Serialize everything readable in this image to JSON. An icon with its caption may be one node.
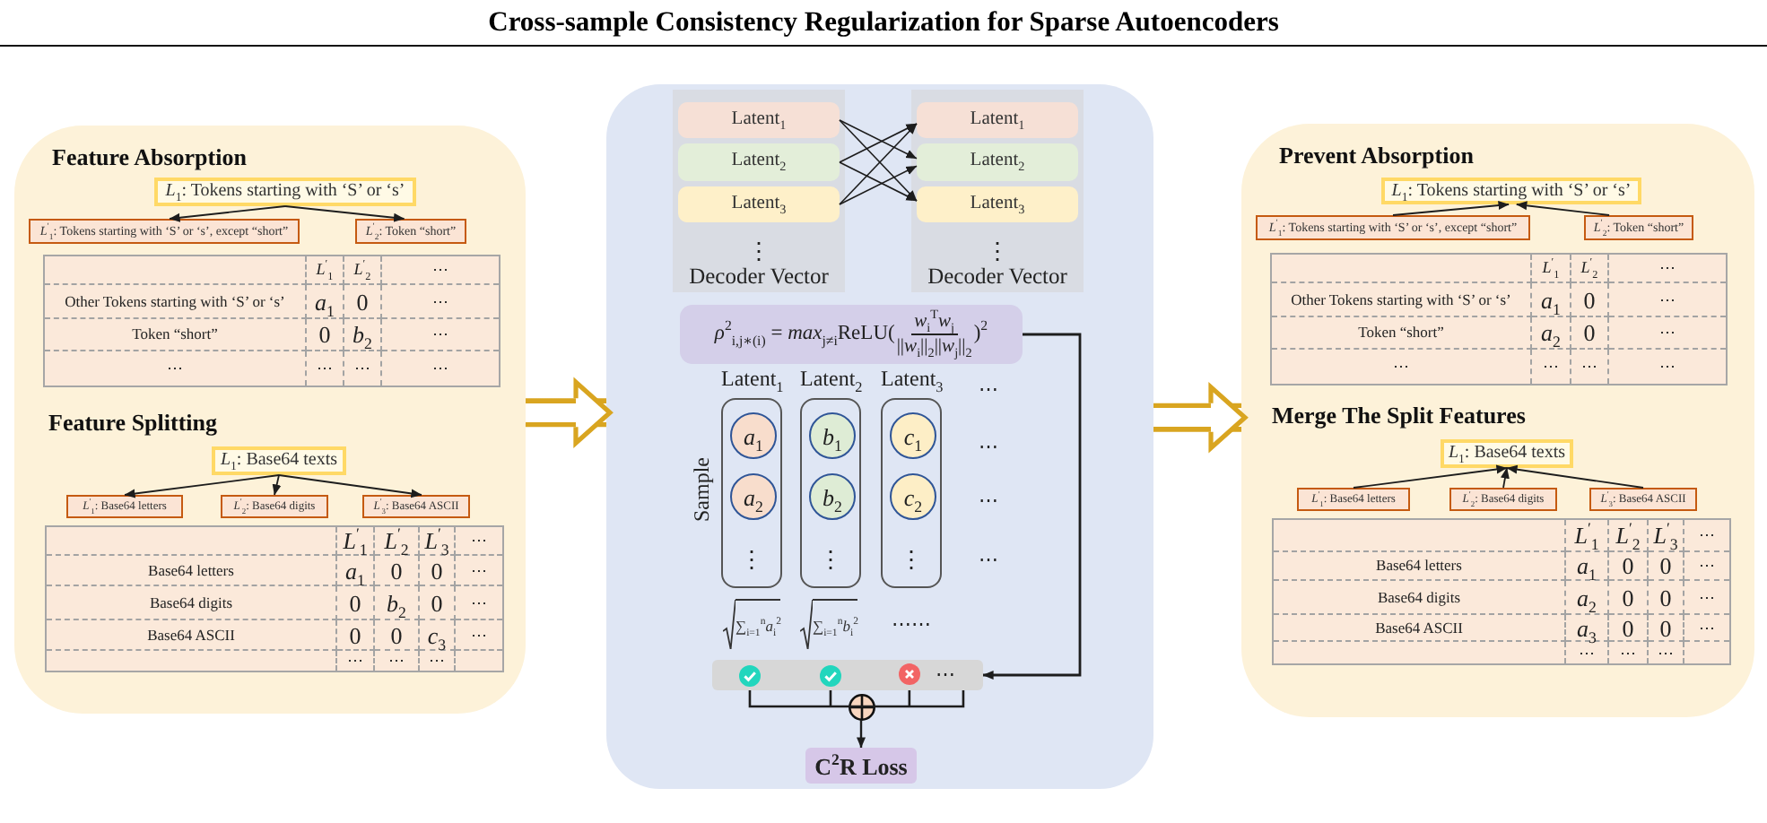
{
  "diagram": {
    "title": "Cross-sample Consistency Regularization for Sparse Autoencoders",
    "nodes": [
      {
        "text": [
          "Feature Absorption",
          "Feature Splitting"
        ]
      },
      {
        "text": [
          "*L*$_{1}$: Tokens starting with ‘S’ or ‘s’"
        ],
        "in": 0
      },
      {
        "text": [
          "*L*$^{′}$$_{1}$: Tokens starting with ‘S’ or ‘s’, except “short”"
        ],
        "in": 0
      },
      {
        "text": [
          "*L*$^{′}$$_{2}$: Token “short”"
        ],
        "in": 0
      },
      {
        "text": [
          "*L*$_{1}$: Base64 texts"
        ],
        "in": 0
      },
      {
        "text": [
          "*L*$^{′}$$_{1}$: Base64 letters"
        ],
        "in": 0
      },
      {
        "text": [
          "*L*$^{′}$$_{2}$: Base64 digits"
        ],
        "in": 0
      },
      {
        "text": [
          "*L*$^{′}$$_{3}$: Base64 ASCII"
        ],
        "in": 0
      },
      {
        "text": [],
        "shape": "box"
      },
      {
        "text": [
          "⋮",
          "Decoder Vector"
        ],
        "in": 8
      },
      {
        "text": [
          "Latent$_{1}$"
        ],
        "in": 9
      },
      {
        "text": [
          "Latent$_{2}$"
        ],
        "in": 9
      },
      {
        "text": [
          "Latent$_{3}$"
        ],
        "in": 9
      },
      {
        "text": [
          "⋮",
          "Decoder Vector"
        ],
        "in": 8
      },
      {
        "text": [
          "Latent$_{1}$"
        ],
        "in": 13
      },
      {
        "text": [
          "Latent$_{2}$"
        ],
        "in": 13
      },
      {
        "text": [
          "Latent$_{3}$"
        ],
        "in": 13
      },
      {
        "text": [
          "*ρ*$^{2}$$_{i,j∗(i)}$ = *max*$_{j≠i}$ReLU(",
          "*w*$_{i}$$^{T}$*w*$_{j}$",
          "||*w*$_{i}$||$_{2}$||*w*$_{j}$||$_{2}$",
          ")$^{2}$"
        ],
        "in": 8
      },
      {
        "text": [
          "Latent$_{1}$",
          "⋮"
        ],
        "in": 8
      },
      {
        "text": [
          "*a*$_{1}$"
        ],
        "in": 18
      },
      {
        "text": [
          "*a*$_{2}$"
        ],
        "in": 18
      },
      {
        "text": [
          "Latent$_{2}$",
          "⋮"
        ],
        "in": 8
      },
      {
        "text": [
          "*b*$_{1}$"
        ],
        "in": 21
      },
      {
        "text": [
          "*b*$_{2}$"
        ],
        "in": 21
      },
      {
        "text": [
          "Latent$_{3}$",
          "⋮"
        ],
        "in": 8
      },
      {
        "text": [
          "*c*$_{1}$"
        ],
        "in": 24
      },
      {
        "text": [
          "*c*$_{2}$"
        ],
        "in": 24
      },
      {
        "text": [
          "⋯"
        ],
        "in": 8
      },
      {
        "text": [],
        "shape": "circle",
        "in": 8
      },
      {
        "text": [
          "C$^{2}$R Loss"
        ],
        "in": 8
      },
      {
        "text": [
          "Prevent Absorption",
          "Merge The Split Features"
        ]
      },
      {
        "text": [
          "*L*$_{1}$: Tokens starting with ‘S’ or ‘s’"
        ],
        "in": 30
      },
      {
        "text": [
          "*L*$^{′}$$_{1}$: Tokens starting with ‘S’ or ‘s’, except “short”"
        ],
        "in": 30
      },
      {
        "text": [
          "*L*$^{′}$$_{2}$: Token “short”"
        ],
        "in": 30
      },
      {
        "text": [
          "*L*$_{1}$: Base64 texts"
        ],
        "in": 30
      },
      {
        "text": [
          "*L*$^{′}$$_{1}$: Base64 letters"
        ],
        "in": 30
      },
      {
        "text": [
          "*L*$^{′}$$_{2}$: Base64 digits"
        ],
        "in": 30
      },
      {
        "text": [
          "*L*$^{′}$$_{3}$: Base64 ASCII"
        ],
        "in": 30
      }
    ],
    "edges": [
      {
        "from": 1,
        "to": 2,
        "arrow": "to"
      },
      {
        "from": 1,
        "to": 3,
        "arrow": "to"
      },
      {
        "from": 4,
        "to": 5,
        "arrow": "to"
      },
      {
        "from": 4,
        "to": 6,
        "arrow": "to"
      },
      {
        "from": 4,
        "to": 7,
        "arrow": "to"
      },
      {
        "from": 0,
        "to": 8,
        "arrow": "to",
        "style": "thick",
        "color": "#d9a520"
      },
      {
        "from": 10,
        "to": 15,
        "arrow": "to"
      },
      {
        "from": 10,
        "to": 16,
        "arrow": "to"
      },
      {
        "from": 11,
        "to": 14,
        "arrow": "to"
      },
      {
        "from": 11,
        "to": 16,
        "arrow": "to"
      },
      {
        "from": 12,
        "to": 14,
        "arrow": "to"
      },
      {
        "from": 12,
        "to": 15,
        "arrow": "to"
      },
      {
        "from": 17,
        "to": 27,
        "arrow": "to"
      },
      {
        "from": 27,
        "to": 28,
        "arrow": "none"
      },
      {
        "from": 28,
        "to": 29,
        "arrow": "to"
      },
      {
        "from": 8,
        "to": 30,
        "arrow": "to",
        "style": "thick",
        "color": "#d9a520"
      },
      {
        "from": 32,
        "to": 31,
        "arrow": "to"
      },
      {
        "from": 33,
        "to": 31,
        "arrow": "to"
      },
      {
        "from": 35,
        "to": 34,
        "arrow": "to"
      },
      {
        "from": 36,
        "to": 34,
        "arrow": "to"
      },
      {
        "from": 37,
        "to": 34,
        "arrow": "to"
      }
    ],
    "labels": [
      "*L*$^{′}$$_{1}$",
      "*L*$^{′}$$_{2}$",
      "⋯",
      "Other Tokens starting with ‘S’ or ‘s’",
      "*a*$_{1}$",
      "0",
      "⋯",
      "Token “short”",
      "0",
      "*b*$_{2}$",
      "⋯",
      "⋯",
      "⋯",
      "⋯",
      "⋯",
      "*L*$^{′}$$_{1}$",
      "*L*$^{′}$$_{2}$",
      "*L*$^{′}$$_{3}$",
      "⋯",
      "Base64 letters",
      "*a*$_{1}$",
      "0",
      "0",
      "⋯",
      "Base64 digits",
      "0",
      "*b*$_{2}$",
      "0",
      "⋯",
      "Base64 ASCII",
      "0",
      "0",
      "*c*$_{3}$",
      "⋯",
      "⋯",
      "⋯",
      "⋯",
      "Sample",
      "⋯",
      "⋯",
      "⋯",
      "⋯",
      "∑$_{i=1}$$^{n}$*a*$_{i}$$^{2}$",
      "∑$_{i=1}$$^{n}$*b*$_{i}$$^{2}$",
      "⋯⋯",
      "*L*$^{′}$$_{1}$",
      "*L*$^{′}$$_{2}$",
      "⋯",
      "Other Tokens starting with ‘S’ or ‘s’",
      "*a*$_{1}$",
      "0",
      "⋯",
      "Token “short”",
      "*a*$_{2}$",
      "0",
      "⋯",
      "⋯",
      "⋯",
      "⋯",
      "⋯",
      "*L*$^{′}$$_{1}$",
      "*L*$^{′}$$_{2}$",
      "*L*$^{′}$$_{3}$",
      "⋯",
      "Base64 letters",
      "*a*$_{1}$",
      "0",
      "0",
      "⋯",
      "Base64 digits",
      "*a*$_{2}$",
      "0",
      "0",
      "⋯",
      "Base64 ASCII",
      "*a*$_{3}$",
      "0",
      "0",
      "⋯",
      "⋯",
      "⋯",
      "⋯"
    ]
  }
}
